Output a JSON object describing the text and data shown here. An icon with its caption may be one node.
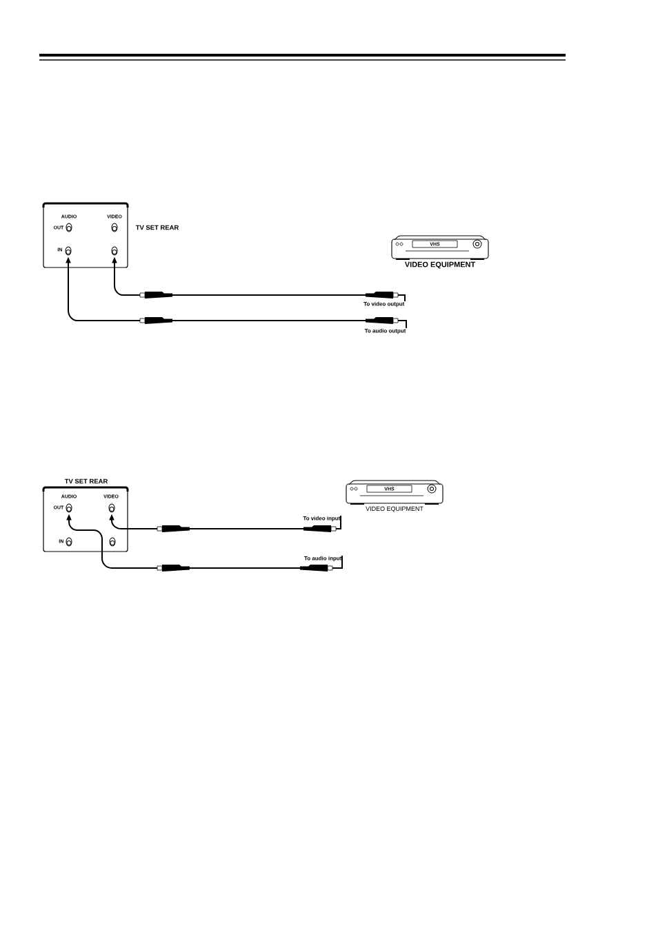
{
  "diagram": {
    "nodes": [
      {
        "text": [
          "AUDIO",
          "VIDEO",
          "OUT",
          "IN",
          "TV SET REAR"
        ]
      },
      {
        "text": [],
        "shape": "circle",
        "in": 0
      },
      {
        "text": [],
        "shape": "circle",
        "in": 0
      },
      {
        "text": [],
        "shape": "circle",
        "in": 0
      },
      {
        "text": [],
        "shape": "circle",
        "in": 0
      },
      {
        "text": [
          "VHS",
          "VIDEO EQUIPMENT"
        ]
      },
      {
        "text": [
          "TV SET REAR",
          "AUDIO",
          "VIDEO",
          "OUT",
          "IN"
        ]
      },
      {
        "text": [],
        "shape": "circle",
        "in": 6
      },
      {
        "text": [],
        "shape": "circle",
        "in": 6
      },
      {
        "text": [],
        "shape": "circle",
        "in": 6
      },
      {
        "text": [],
        "shape": "circle",
        "in": 6
      },
      {
        "text": [
          "VHS",
          "VIDEO EQUIPMENT"
        ]
      },
      {
        "text": [
          "To video output"
        ]
      },
      {
        "text": [
          "To audio output"
        ]
      },
      {
        "text": [
          "To video input"
        ]
      },
      {
        "text": [
          "To audio input"
        ]
      }
    ],
    "edges": [
      {
        "from": 12,
        "to": 4,
        "arrow": "to"
      },
      {
        "from": 13,
        "to": 3,
        "arrow": "to"
      },
      {
        "from": 14,
        "to": 8,
        "arrow": "to"
      },
      {
        "from": 15,
        "to": 7,
        "arrow": "to"
      }
    ]
  }
}
